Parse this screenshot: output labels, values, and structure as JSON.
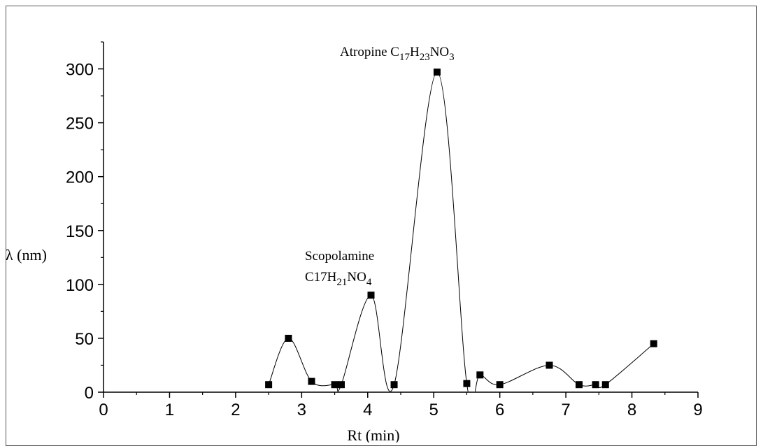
{
  "chart_data": {
    "type": "scatter",
    "xlabel": "Rt (min)",
    "ylabel": "λ (nm)",
    "xlim": [
      0,
      9
    ],
    "ylim": [
      0,
      325
    ],
    "xticks": [
      0,
      1,
      2,
      3,
      4,
      5,
      6,
      7,
      8,
      9
    ],
    "yticks": [
      0,
      50,
      100,
      150,
      200,
      250,
      300
    ],
    "grid": false,
    "series": [
      {
        "points": [
          [
            2.5,
            7
          ],
          [
            2.8,
            50
          ],
          [
            3.15,
            10
          ],
          [
            3.5,
            7
          ],
          [
            3.6,
            7
          ],
          [
            4.05,
            90
          ],
          [
            4.4,
            7
          ],
          [
            5.05,
            297
          ],
          [
            5.5,
            8
          ],
          [
            5.7,
            16
          ],
          [
            6.0,
            7
          ],
          [
            6.75,
            25
          ],
          [
            7.2,
            7
          ],
          [
            7.45,
            7
          ],
          [
            7.6,
            7
          ],
          [
            8.33,
            45
          ]
        ]
      }
    ],
    "annotations": [
      {
        "id": "atropine",
        "base": "Atropine C",
        "parts": [
          [
            "17",
            "sub"
          ],
          [
            "H",
            ""
          ],
          [
            "23",
            "sub"
          ],
          [
            "NO",
            ""
          ],
          [
            "3",
            "sub"
          ]
        ]
      },
      {
        "id": "scopolamine-name",
        "text": "Scopolamine"
      },
      {
        "id": "scopolamine-formula",
        "base": "C17H",
        "parts": [
          [
            "21",
            "sub"
          ],
          [
            "NO",
            ""
          ],
          [
            "4",
            "sub"
          ]
        ]
      }
    ]
  }
}
